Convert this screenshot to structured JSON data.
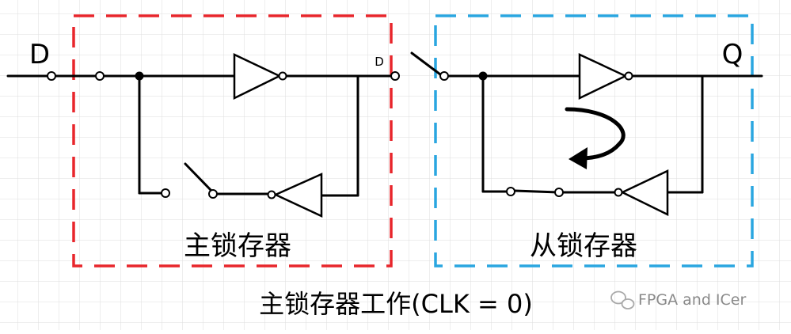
{
  "diagram": {
    "input_label": "D",
    "output_label": "Q",
    "node_label": "D",
    "master_label": "主锁存器",
    "slave_label": "从锁存器",
    "caption": "主锁存器工作(CLK = 0)",
    "watermark": "FPGA and ICer"
  },
  "colors": {
    "master_box": "#e8262c",
    "slave_box": "#2aa6e0",
    "wire": "#000000",
    "grid": "#dcdcdc"
  }
}
